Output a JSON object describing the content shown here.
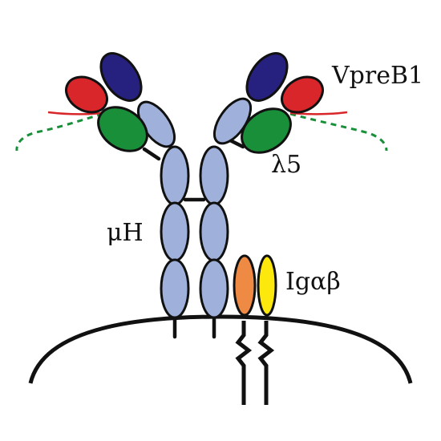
{
  "labels": {
    "vpreb1": "VpreB1",
    "lambda5": "λ5",
    "mu_heavy": "μH",
    "ig_alpha_beta": "Igαβ"
  },
  "colors": {
    "mu_heavy": "#9fb0da",
    "vpreb1": "#d8262b",
    "lambda5": "#1a8f3a",
    "variable_heavy": "#26217f",
    "ig_alpha": "#ee8a44",
    "ig_beta": "#fde80e",
    "outline": "#111111",
    "vpreb1_tail": "#d8262b",
    "lambda5_tail": "#1a8f3a"
  }
}
